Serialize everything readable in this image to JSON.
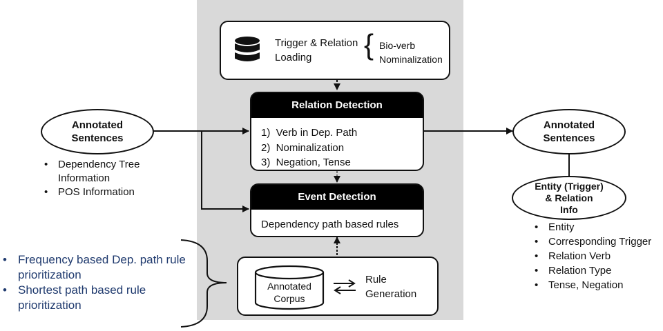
{
  "loading_box": {
    "title_line1": "Trigger & Relation",
    "title_line2": "Loading",
    "brace_items": [
      "Bio-verb",
      "Nominalization"
    ],
    "icon": "database-icon"
  },
  "relation_box": {
    "header": "Relation Detection",
    "items": [
      "1)  Verb in Dep. Path",
      "2)  Nominalization",
      "3)  Negation, Tense"
    ]
  },
  "event_box": {
    "header": "Event Detection",
    "body": "Dependency path based rules"
  },
  "rule_box": {
    "corpus_line1": "Annotated",
    "corpus_line2": "Corpus",
    "generation_line1": "Rule",
    "generation_line2": "Generation",
    "icon": "swap-arrows-icon"
  },
  "input_node": {
    "line1": "Annotated",
    "line2": "Sentences",
    "bullets": [
      "Dependency Tree",
      "Information",
      "POS Information"
    ]
  },
  "output_node": {
    "line1": "Annotated",
    "line2": "Sentences"
  },
  "info_node": {
    "line1": "Entity (Trigger)",
    "line2": "& Relation",
    "line3": "Info",
    "bullets": [
      "Entity",
      "Corresponding Trigger",
      "Relation Verb",
      "Relation Type",
      "Tense, Negation"
    ]
  },
  "prioritization": {
    "items": [
      "Frequency based Dep. path rule",
      "prioritization",
      "Shortest path based rule",
      "prioritization"
    ]
  },
  "colors": {
    "panel": "#d9d9d9",
    "header": "#000000",
    "blue_text": "#1f3a6e"
  }
}
